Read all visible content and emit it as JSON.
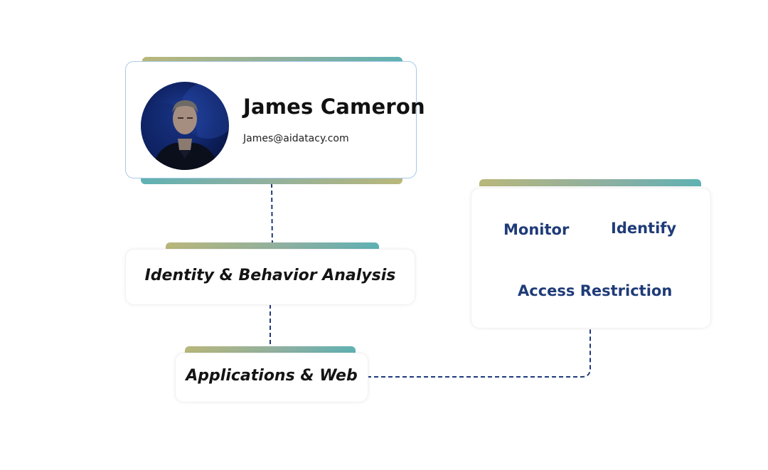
{
  "profile": {
    "name": "James Cameron",
    "email": "James@aidatacy.com"
  },
  "nodes": {
    "analysis_label": "Identity & Behavior Analysis",
    "apps_label": "Applications & Web"
  },
  "features": {
    "monitor": "Monitor",
    "identify": "Identify",
    "access_restriction": "Access Restriction"
  },
  "colors": {
    "accent_gradient_start": "#b9b77a",
    "accent_gradient_end": "#5fb1b3",
    "feature_text": "#1f3b78",
    "connector": "#1f3b78"
  }
}
